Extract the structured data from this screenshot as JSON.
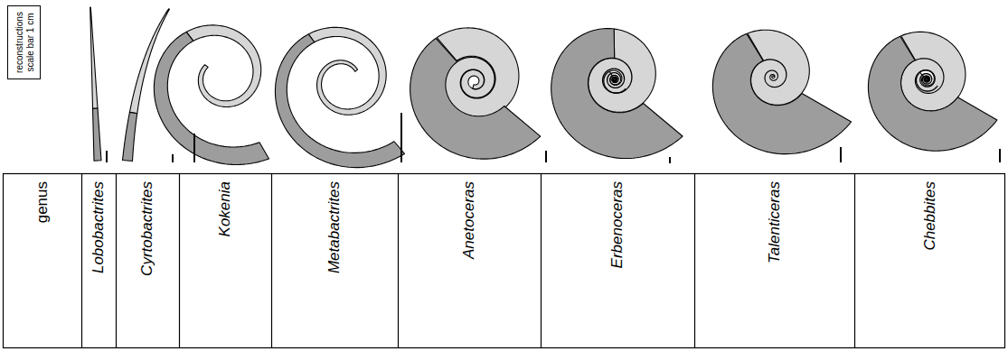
{
  "diagram": {
    "nodes": [
      {
        "text": [
          "reconstructions scale bar 1 cm"
        ]
      }
    ],
    "labels": [
      "genus",
      "Lobobactrites",
      "Cyrtobactrites",
      "Kokenia",
      "Metabactrites",
      "Anetoceras",
      "Erbenoceras",
      "Talenticeras",
      "Chebbites"
    ]
  }
}
